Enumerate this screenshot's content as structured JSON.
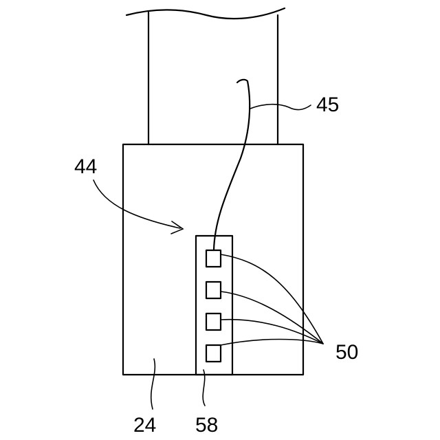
{
  "labels": {
    "shaft": "45",
    "region": "44",
    "electrodes": "50",
    "body": "24",
    "strip": "58"
  },
  "electrode_count": 4
}
